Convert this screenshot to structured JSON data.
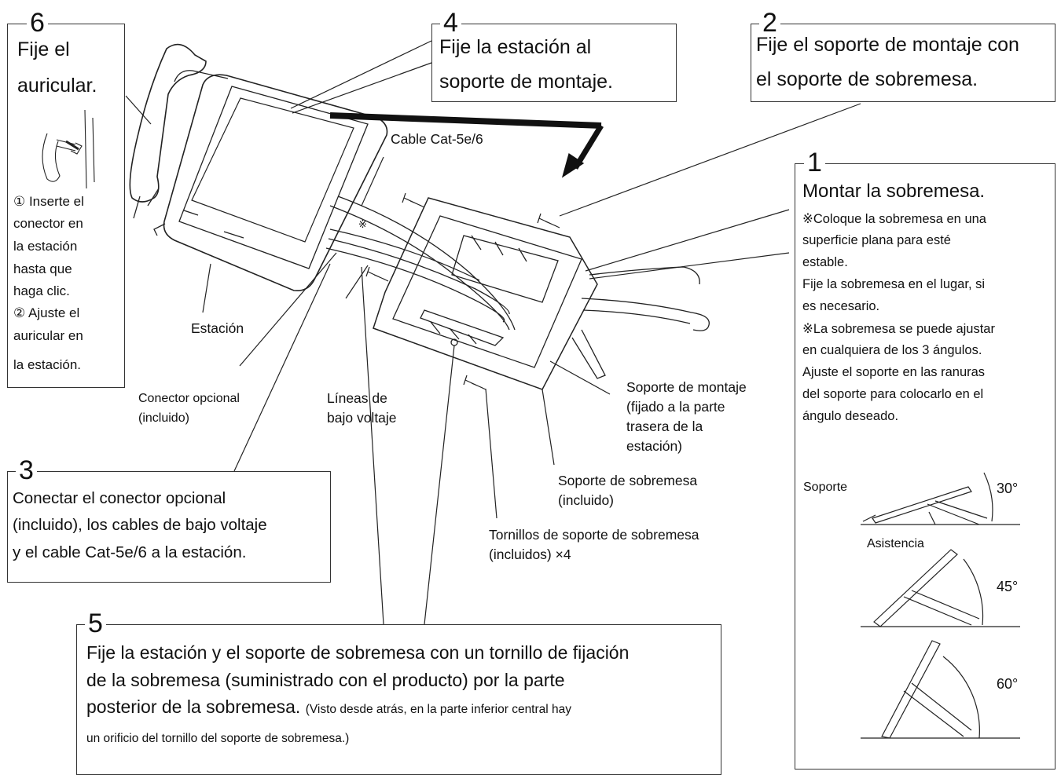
{
  "steps": {
    "s1": {
      "number": "1",
      "title": "Montar la sobremesa.",
      "lines": [
        "※Coloque la sobremesa en una",
        "superficie plana para esté",
        "estable.",
        "Fije la sobremesa en el lugar, si",
        "es necesario.",
        "※La sobremesa se puede ajustar",
        "en cualquiera de los 3 ángulos.",
        "Ajuste el soporte en las ranuras",
        "del soporte para colocarlo en el",
        "ángulo deseado."
      ]
    },
    "s2": {
      "number": "2",
      "lines": [
        "Fije el soporte de montaje con",
        "el soporte de sobremesa."
      ]
    },
    "s3": {
      "number": "3",
      "lines": [
        "Conectar el conector opcional",
        "(incluido), los cables de bajo voltaje",
        "y el cable Cat-5e/6 a la estación."
      ]
    },
    "s4": {
      "number": "4",
      "lines": [
        "Fije la estación al",
        "soporte de montaje."
      ]
    },
    "s5": {
      "number": "5",
      "lines": [
        "Fije la estación y el soporte de sobremesa con un tornillo de fijación",
        "de la sobremesa (suministrado con el producto) por la parte",
        "posterior de la sobremesa."
      ],
      "note": "(Visto desde atrás, en la parte inferior central hay",
      "note2": "un orificio del tornillo del soporte de sobremesa.)"
    },
    "s6": {
      "number": "6",
      "lines": [
        "Fije el",
        "auricular."
      ],
      "sub": [
        "① Inserte el",
        "conector en",
        "la estación",
        "hasta que",
        "haga clic.",
        "② Ajuste el",
        "auricular en",
        "la estación."
      ]
    }
  },
  "labels": {
    "cable": "Cable Cat-5e/6",
    "mark": "※",
    "estacion": "Estación",
    "conector": "Conector opcional\n(incluido)",
    "lineas": "Líneas de\nbajo voltaje",
    "montaje": "Soporte de montaje\n(fijado a la parte\ntrasera de la\nestación)",
    "sobremesa": "Soporte de sobremesa\n(incluido)",
    "tornillos": "Tornillos de soporte de sobremesa\n(incluidos) ×4"
  },
  "angles": {
    "soporte": "Soporte",
    "asistencia": "Asistencia",
    "a30": "30°",
    "a45": "45°",
    "a60": "60°"
  }
}
